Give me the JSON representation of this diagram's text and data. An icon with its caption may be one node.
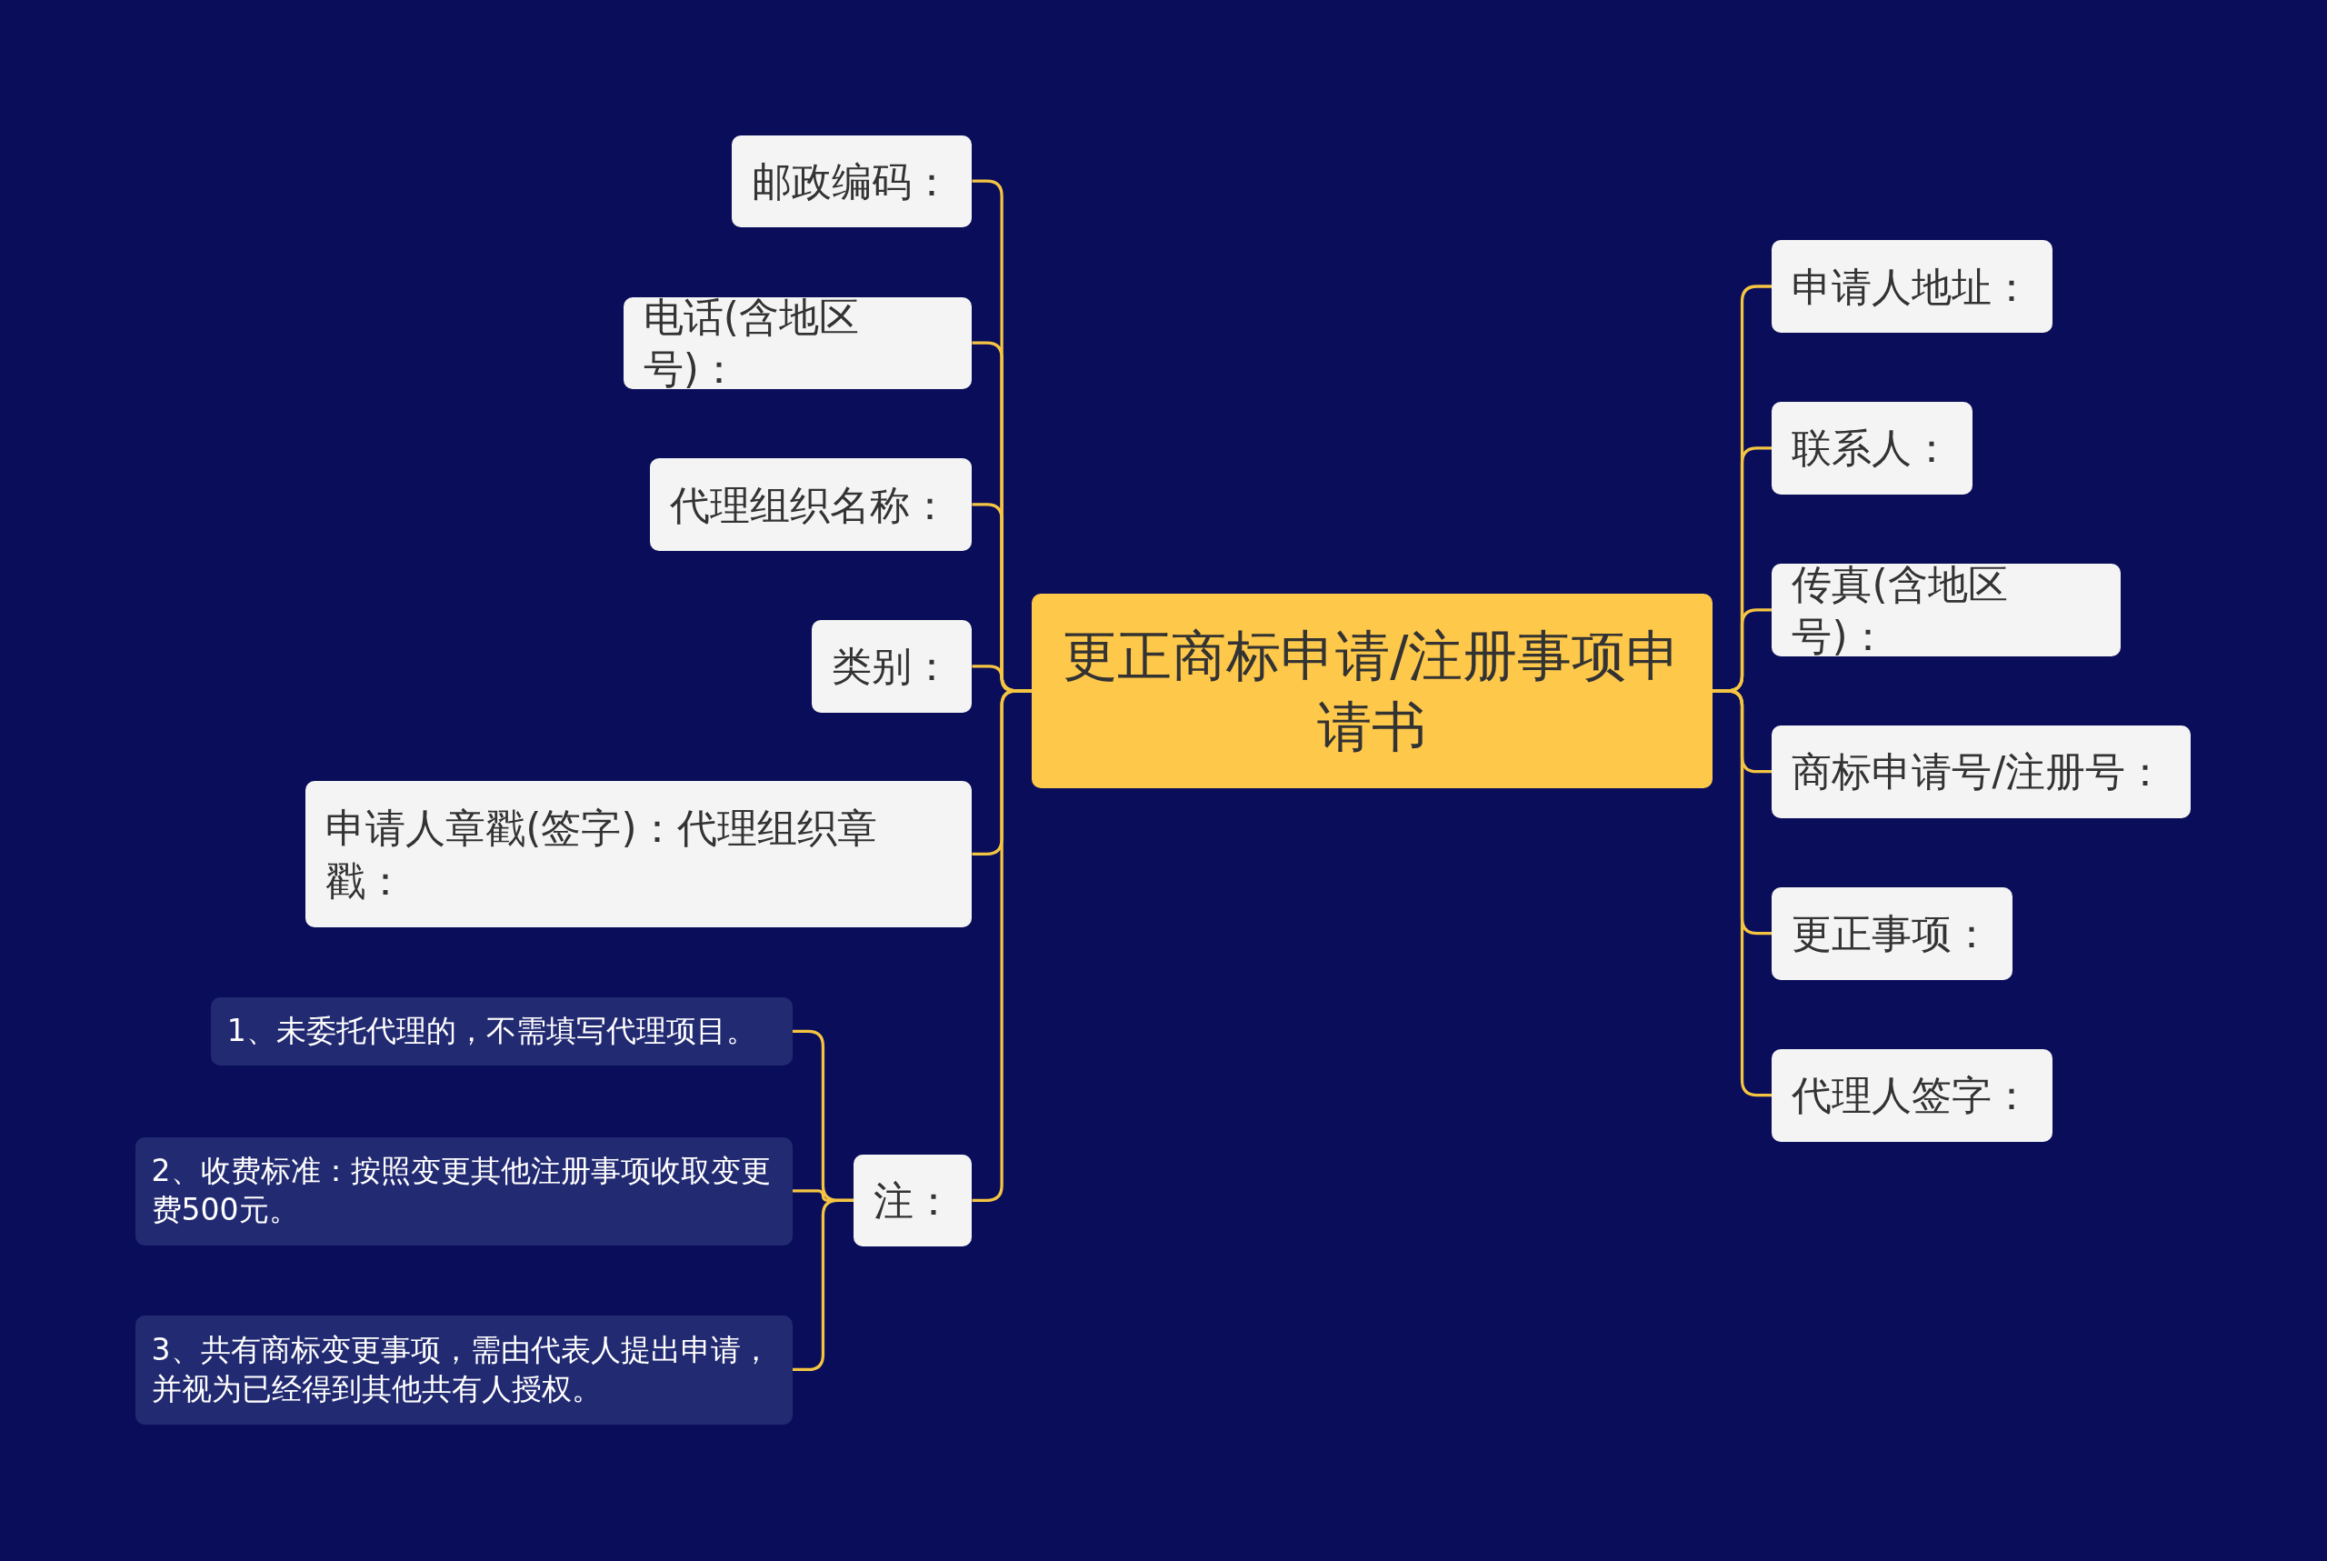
{
  "diagram": {
    "nodes": [
      {
        "text": [
          "更正商标申请/注册事项申请书"
        ]
      },
      {
        "text": [
          "邮政编码："
        ]
      },
      {
        "text": [
          "电话(含地区号)："
        ]
      },
      {
        "text": [
          "代理组织名称："
        ]
      },
      {
        "text": [
          "类别："
        ]
      },
      {
        "text": [
          "申请人章戳(签字)：代理组织章戳："
        ]
      },
      {
        "text": [
          "注："
        ]
      },
      {
        "text": [
          "1、未委托代理的，不需填写代理项目。"
        ]
      },
      {
        "text": [
          "2、收费标准：按照变更其他注册事项收取变更费500元。"
        ]
      },
      {
        "text": [
          "3、共有商标变更事项，需由代表人提出申请，并视为已经得到其他共有人授权。"
        ]
      },
      {
        "text": [
          "申请人地址："
        ]
      },
      {
        "text": [
          "联系人："
        ]
      },
      {
        "text": [
          "传真(含地区号)："
        ]
      },
      {
        "text": [
          "商标申请号/注册号："
        ]
      },
      {
        "text": [
          "更正事项："
        ]
      },
      {
        "text": [
          "代理人签字："
        ]
      }
    ],
    "edges": [
      {
        "from": 0,
        "to": 1,
        "arrow": "none"
      },
      {
        "from": 0,
        "to": 2,
        "arrow": "none"
      },
      {
        "from": 0,
        "to": 3,
        "arrow": "none"
      },
      {
        "from": 0,
        "to": 4,
        "arrow": "none"
      },
      {
        "from": 0,
        "to": 5,
        "arrow": "none"
      },
      {
        "from": 0,
        "to": 6,
        "arrow": "none"
      },
      {
        "from": 6,
        "to": 7,
        "arrow": "none"
      },
      {
        "from": 6,
        "to": 8,
        "arrow": "none"
      },
      {
        "from": 6,
        "to": 9,
        "arrow": "none"
      },
      {
        "from": 0,
        "to": 10,
        "arrow": "none"
      },
      {
        "from": 0,
        "to": 11,
        "arrow": "none"
      },
      {
        "from": 0,
        "to": 12,
        "arrow": "none"
      },
      {
        "from": 0,
        "to": 13,
        "arrow": "none"
      },
      {
        "from": 0,
        "to": 14,
        "arrow": "none"
      },
      {
        "from": 0,
        "to": 15,
        "arrow": "none"
      }
    ]
  }
}
